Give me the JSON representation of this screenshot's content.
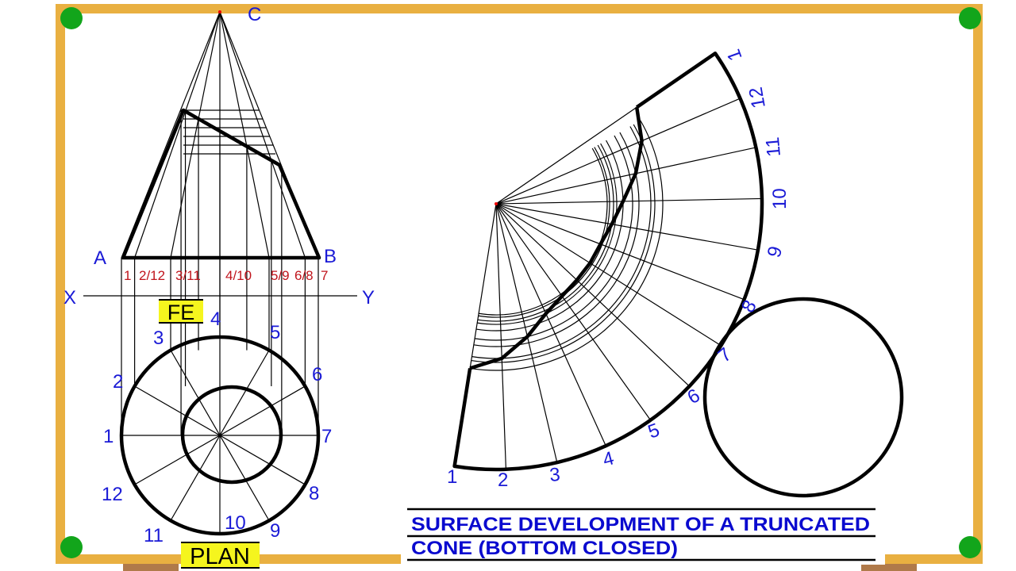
{
  "board": {
    "frame_color": "#E9B041",
    "pin_color": "#12A51B",
    "shelf_color": "#B07A4A"
  },
  "front_view": {
    "apex_label": "C",
    "base_left_label": "A",
    "base_right_label": "B",
    "xy_left_label": "X",
    "xy_right_label": "Y",
    "base_point_labels": [
      "1",
      "2/12",
      "3/11",
      "4/10",
      "5/9",
      "6/8",
      "7"
    ],
    "view_label": "FE"
  },
  "plan": {
    "point_labels": [
      "1",
      "2",
      "3",
      "4",
      "5",
      "6",
      "7",
      "8",
      "9",
      "10",
      "11",
      "12"
    ],
    "view_label": "PLAN"
  },
  "development": {
    "point_labels": [
      "1",
      "2",
      "3",
      "4",
      "5",
      "6",
      "7",
      "8",
      "9",
      "10",
      "11",
      "12",
      "1"
    ]
  },
  "title": {
    "line1": "SURFACE DEVELOPMENT OF A TRUNCATED",
    "line2": "CONE (BOTTOM CLOSED)"
  }
}
